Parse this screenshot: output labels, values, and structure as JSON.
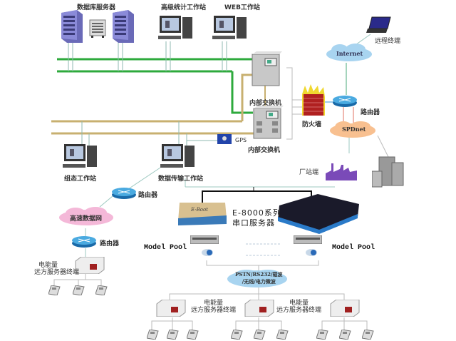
{
  "diagram": {
    "title": "",
    "labels": {
      "db_server": "数据库服务器",
      "stats_workstation": "高级统计工作站",
      "web_workstation": "WEB工作站",
      "remote_terminal": "远程终端",
      "internet": "Internet",
      "internal_switch_1": "内部交换机",
      "internal_switch_2": "内部交换机",
      "firewall": "防火墙",
      "router_right": "路由器",
      "spdnet": "SPDnet",
      "plant_side": "厂站端",
      "gps": "GPS",
      "config_workstation": "组态工作站",
      "data_transfer_workstation": "数据传输工作站",
      "router_mid": "路由器",
      "highspeed_network": "高速数据网",
      "router_left": "路由器",
      "left_terminal_line1": "电能量",
      "left_terminal_line2": "远方服务器终端",
      "serial_server_line1": "E-8000系列",
      "serial_server_line2": "串口服务器",
      "eboot_brand": "E-Boot",
      "model_pool_left": "Model Pool",
      "model_pool_right": "Model Pool",
      "pstn_line1": "PSTN/RS232/载波",
      "pstn_line2": "/无线/电力微波",
      "terminal_a_line1": "电能量",
      "terminal_a_line2": "远方服务器终端",
      "terminal_b_line1": "电能量",
      "terminal_b_line2": "远方服务器终端"
    },
    "colors": {
      "green_bus": "#2eaa3c",
      "gold_bus": "#c8b070",
      "link": "#9cc8c0",
      "black_link": "#111111",
      "cloud_blue": "#a8d4f0",
      "cloud_pink": "#f4b8d8",
      "cloud_orange": "#f8c090",
      "router_blue": "#2a8ac8",
      "firewall_red": "#b02020"
    }
  }
}
